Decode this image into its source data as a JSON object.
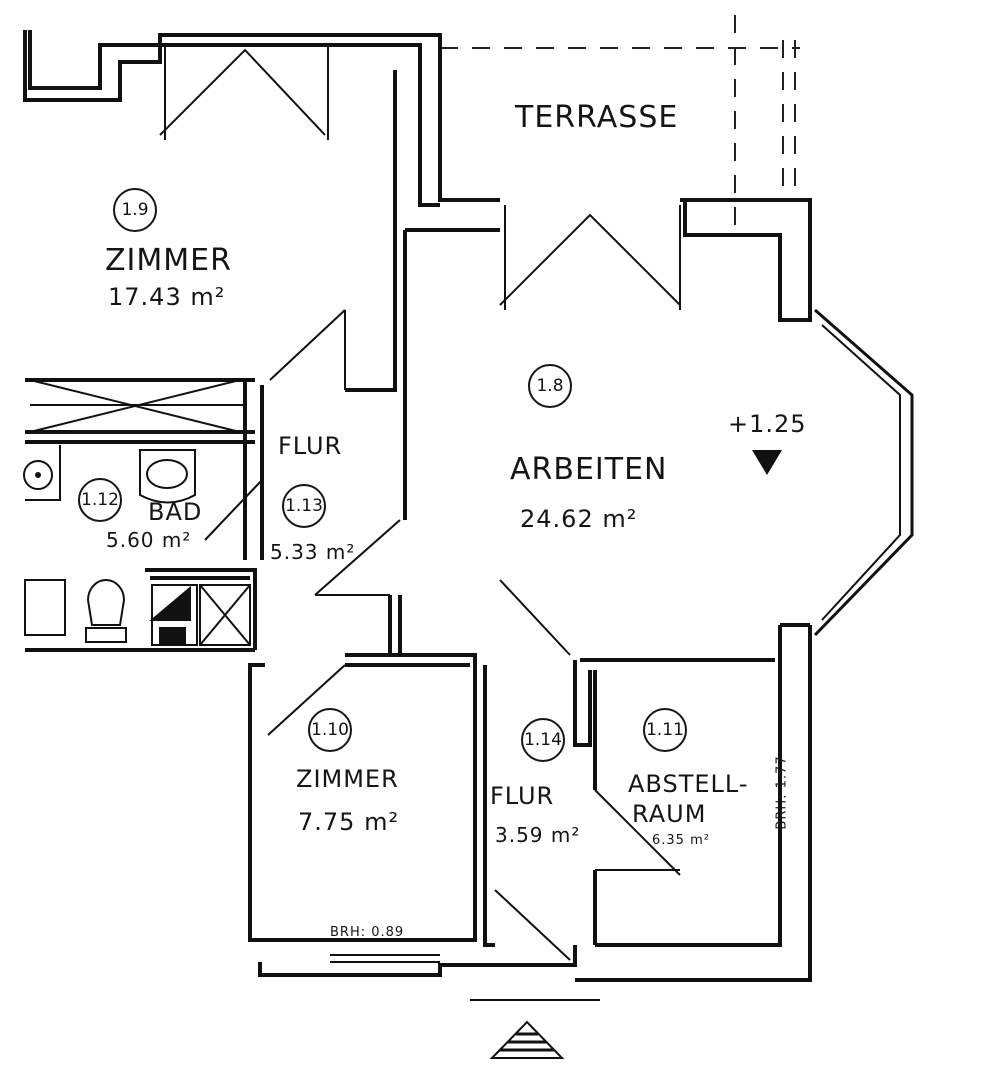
{
  "plan": {
    "terrace": "TERRASSE",
    "rooms": [
      {
        "number": "1.9",
        "name": "ZIMMER",
        "area": "17.43 m²"
      },
      {
        "number": "1.8",
        "name": "ARBEITEN",
        "area": "24.62 m²"
      },
      {
        "number": "1.12",
        "name": "BAD",
        "area": "5.60 m²"
      },
      {
        "number": "1.13",
        "name": "FLUR",
        "area": "5.33 m²"
      },
      {
        "number": "1.10",
        "name": "ZIMMER",
        "area": "7.75 m²"
      },
      {
        "number": "1.14",
        "name": "FLUR",
        "area": "3.59 m²"
      },
      {
        "number": "1.11",
        "name": "ABSTELL-",
        "name2": "RAUM",
        "area": "6.35 m²"
      }
    ],
    "level": "+1.25",
    "sill_height_bottom": "BRH: 0.89",
    "sill_height_right": "BRH: 1.77",
    "colors": {
      "ink": "#151515",
      "paper": "#ffffff"
    }
  }
}
